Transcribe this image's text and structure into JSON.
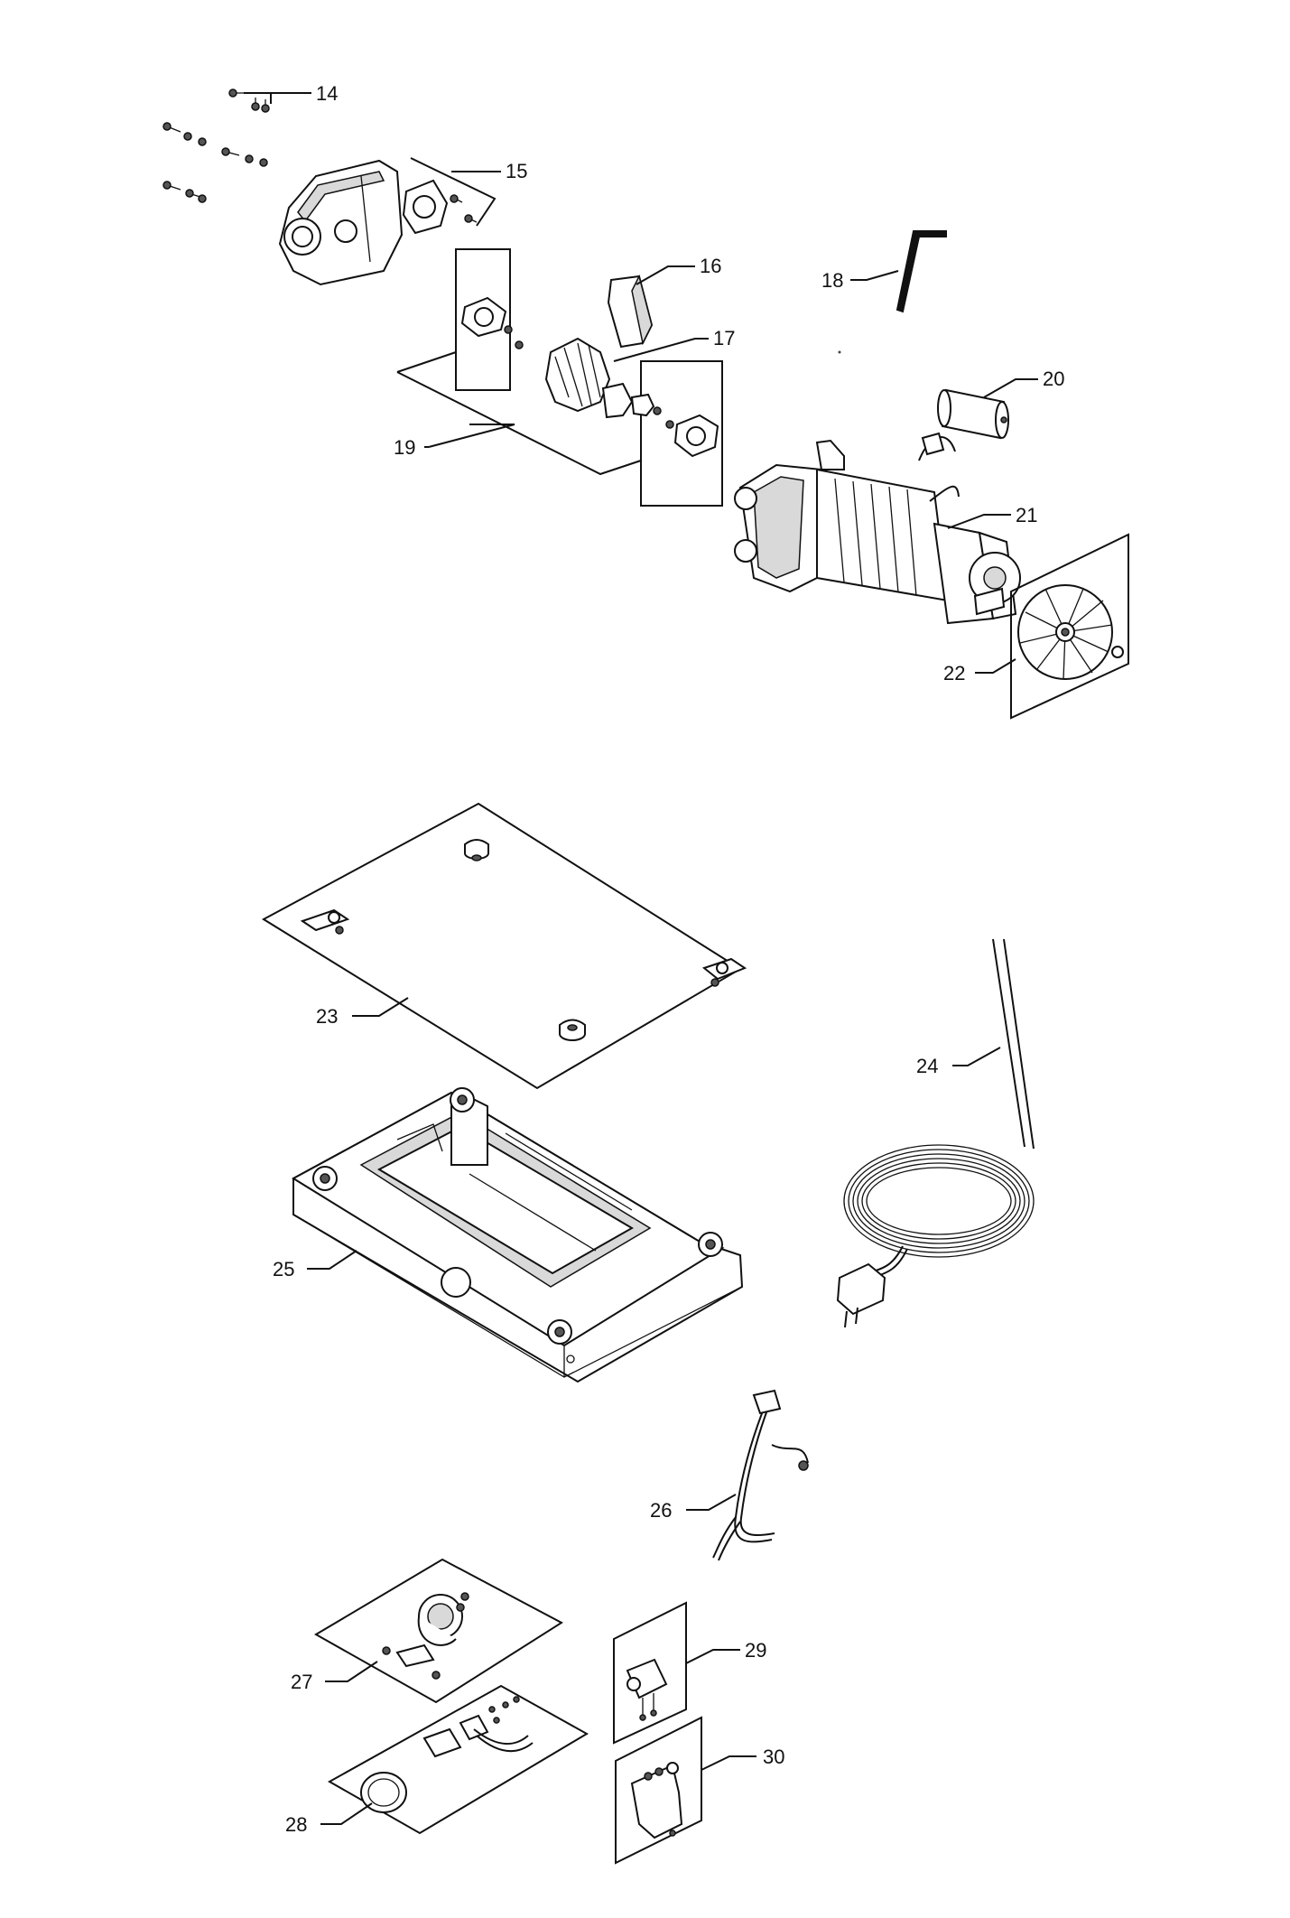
{
  "diagram": {
    "labels": [
      {
        "id": "14",
        "text": "14"
      },
      {
        "id": "15",
        "text": "15"
      },
      {
        "id": "16",
        "text": "16"
      },
      {
        "id": "17",
        "text": "17"
      },
      {
        "id": "18",
        "text": "18"
      },
      {
        "id": "19",
        "text": "19"
      },
      {
        "id": "20",
        "text": "20"
      },
      {
        "id": "21",
        "text": "21"
      },
      {
        "id": "22",
        "text": "22"
      },
      {
        "id": "23",
        "text": "23"
      },
      {
        "id": "24",
        "text": "24"
      },
      {
        "id": "25",
        "text": "25"
      },
      {
        "id": "26",
        "text": "26"
      },
      {
        "id": "27",
        "text": "27"
      },
      {
        "id": "28",
        "text": "28"
      },
      {
        "id": "29",
        "text": "29"
      },
      {
        "id": "30",
        "text": "30"
      }
    ]
  }
}
